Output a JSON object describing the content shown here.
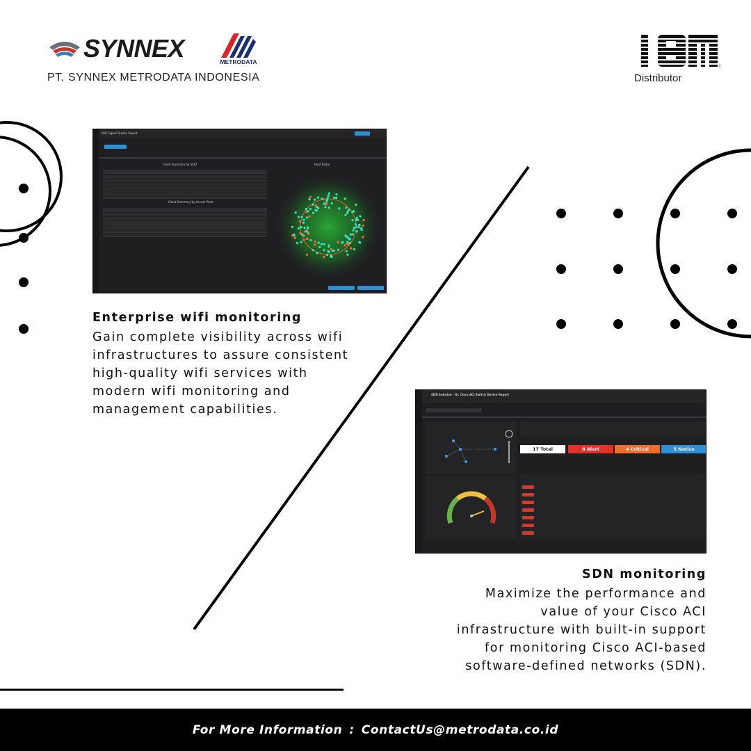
{
  "header": {
    "synnex_logo_text": "SYNNEX",
    "metrodata_logo_text": "METRODATA",
    "company_name": "PT. SYNNEX METRODATA INDONESIA",
    "ibm_logo_text": "IBM",
    "ibm_caption": "Distributor"
  },
  "wifi_section": {
    "heading": "Enterprise wifi monitoring",
    "body_lines": [
      "Gain complete visibility across wifi",
      "infrastructures to assure consistent",
      "high-quality wifi services with",
      "modern wifi monitoring and",
      "management capabilities."
    ],
    "screenshot": {
      "title": "WiFi Signal Quality Report",
      "chart_title_left": "Client Summary by SSID",
      "chart_title_bottom": "Client Summary by Access Point",
      "chart_title_right": "Heat Radar"
    }
  },
  "sdn_section": {
    "heading": "SDN monitoring",
    "body_lines": [
      "Maximize the performance and",
      "value of your Cisco ACI",
      "infrastructure with built-in support",
      "for monitoring Cisco ACI-based",
      "software-defined networks (SDN)."
    ],
    "screenshot": {
      "title": "SDN Solution - Dr. Cisco ACI Switch Device Report",
      "summary": [
        {
          "label": "17 Total",
          "color": "#ffffff",
          "text_color": "#222222"
        },
        {
          "label": "8 Alert",
          "color": "#e0342a",
          "text_color": "#ffffff"
        },
        {
          "label": "4 Critical",
          "color": "#ef6e2e",
          "text_color": "#ffffff"
        },
        {
          "label": "5 Notice",
          "color": "#2e8fd8",
          "text_color": "#ffffff"
        }
      ]
    }
  },
  "footer": {
    "label": "For More Information",
    "separator": ":",
    "contact": "ContactUs@metrodata.co.id"
  }
}
